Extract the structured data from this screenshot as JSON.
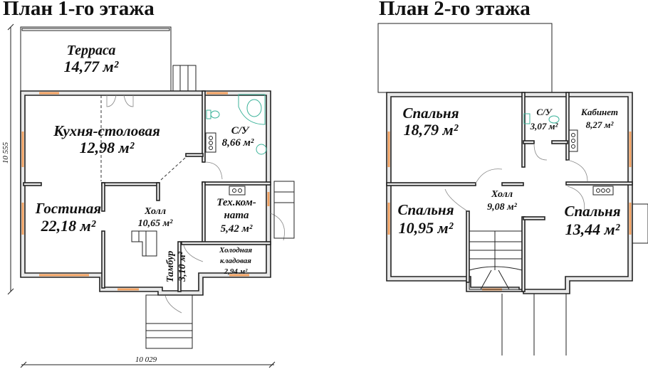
{
  "floor1": {
    "title": "План 1-го этажа",
    "rooms": [
      {
        "name": "Терраса",
        "area": "14,77 м²"
      },
      {
        "name": "Кухня-столовая",
        "area": "12,98 м²"
      },
      {
        "name": "С/У",
        "area": "8,66 м²"
      },
      {
        "name": "Гостиная",
        "area": "22,18 м²"
      },
      {
        "name": "Холл",
        "area": "10,65 м²"
      },
      {
        "name": "Тех.ком-",
        "name2": "ната",
        "area": "5,42 м²"
      },
      {
        "name": "Холодная",
        "name2": "кладовая",
        "area": "2,94 м²"
      },
      {
        "name": "Тамбур",
        "area": "3,10 м²"
      }
    ],
    "dim_vertical": "10 555",
    "dim_horizontal": "10 029"
  },
  "floor2": {
    "title": "План 2-го этажа",
    "rooms": [
      {
        "name": "Спальня",
        "area": "18,79 м²"
      },
      {
        "name": "С/У",
        "area": "3,07 м²"
      },
      {
        "name": "Кабинет",
        "area": "8,27 м²"
      },
      {
        "name": "Холл",
        "area": "9,08 м²"
      },
      {
        "name": "Спальня",
        "area": "10,95 м²"
      },
      {
        "name": "Спальня",
        "area": "13,44 м²"
      }
    ]
  },
  "colors": {
    "window": "#f0a060",
    "plumbing": "#3cb39a",
    "wall": "#222222"
  }
}
